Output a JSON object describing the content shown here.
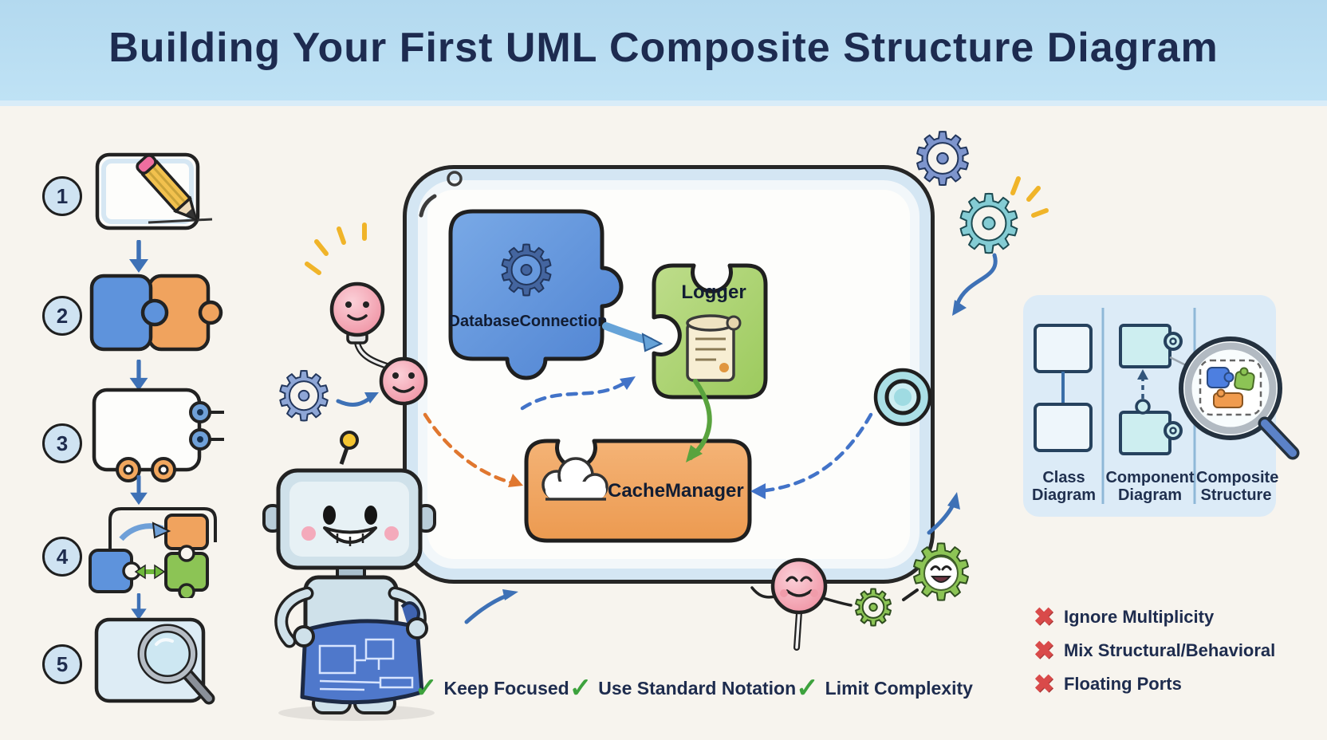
{
  "title": {
    "text": "Building Your First UML Composite Structure Diagram"
  },
  "steps": [
    {
      "number": "1"
    },
    {
      "number": "2"
    },
    {
      "number": "3"
    },
    {
      "number": "4"
    },
    {
      "number": "5"
    }
  ],
  "diagram": {
    "parts": [
      {
        "label": "DatabaseConnection",
        "color": "#5e93dc"
      },
      {
        "label": "Logger",
        "color": "#abd36f"
      },
      {
        "label": "CacheManager",
        "color": "#f0a35e"
      }
    ]
  },
  "comparison": {
    "items": [
      {
        "label": "Class Diagram"
      },
      {
        "label": "Component Diagram"
      },
      {
        "label": "Composite Structure"
      }
    ]
  },
  "best_practices": [
    {
      "label": "Keep Focused"
    },
    {
      "label": "Use Standard Notation"
    },
    {
      "label": "Limit Complexity"
    }
  ],
  "antipatterns": [
    {
      "label": "Ignore Multiplicity"
    },
    {
      "label": "Mix Structural/Behavioral"
    },
    {
      "label": "Floating Ports"
    }
  ],
  "glyphs": {
    "check": "✓",
    "cross": "✖",
    "gear": "⚙"
  },
  "colors": {
    "banner": "#b9ddf2",
    "title_text": "#1d2b50",
    "background": "#f7f4ee",
    "blue_part": "#5e93dc",
    "green_part": "#abd36f",
    "orange_part": "#f0a35e",
    "check_green": "#3da23d",
    "cross_red": "#d94a4a",
    "arrow_blue": "#4273c8",
    "arrow_orange": "#e0772f",
    "arrow_green": "#59a33e",
    "panel_bg": "#dcebf7"
  }
}
